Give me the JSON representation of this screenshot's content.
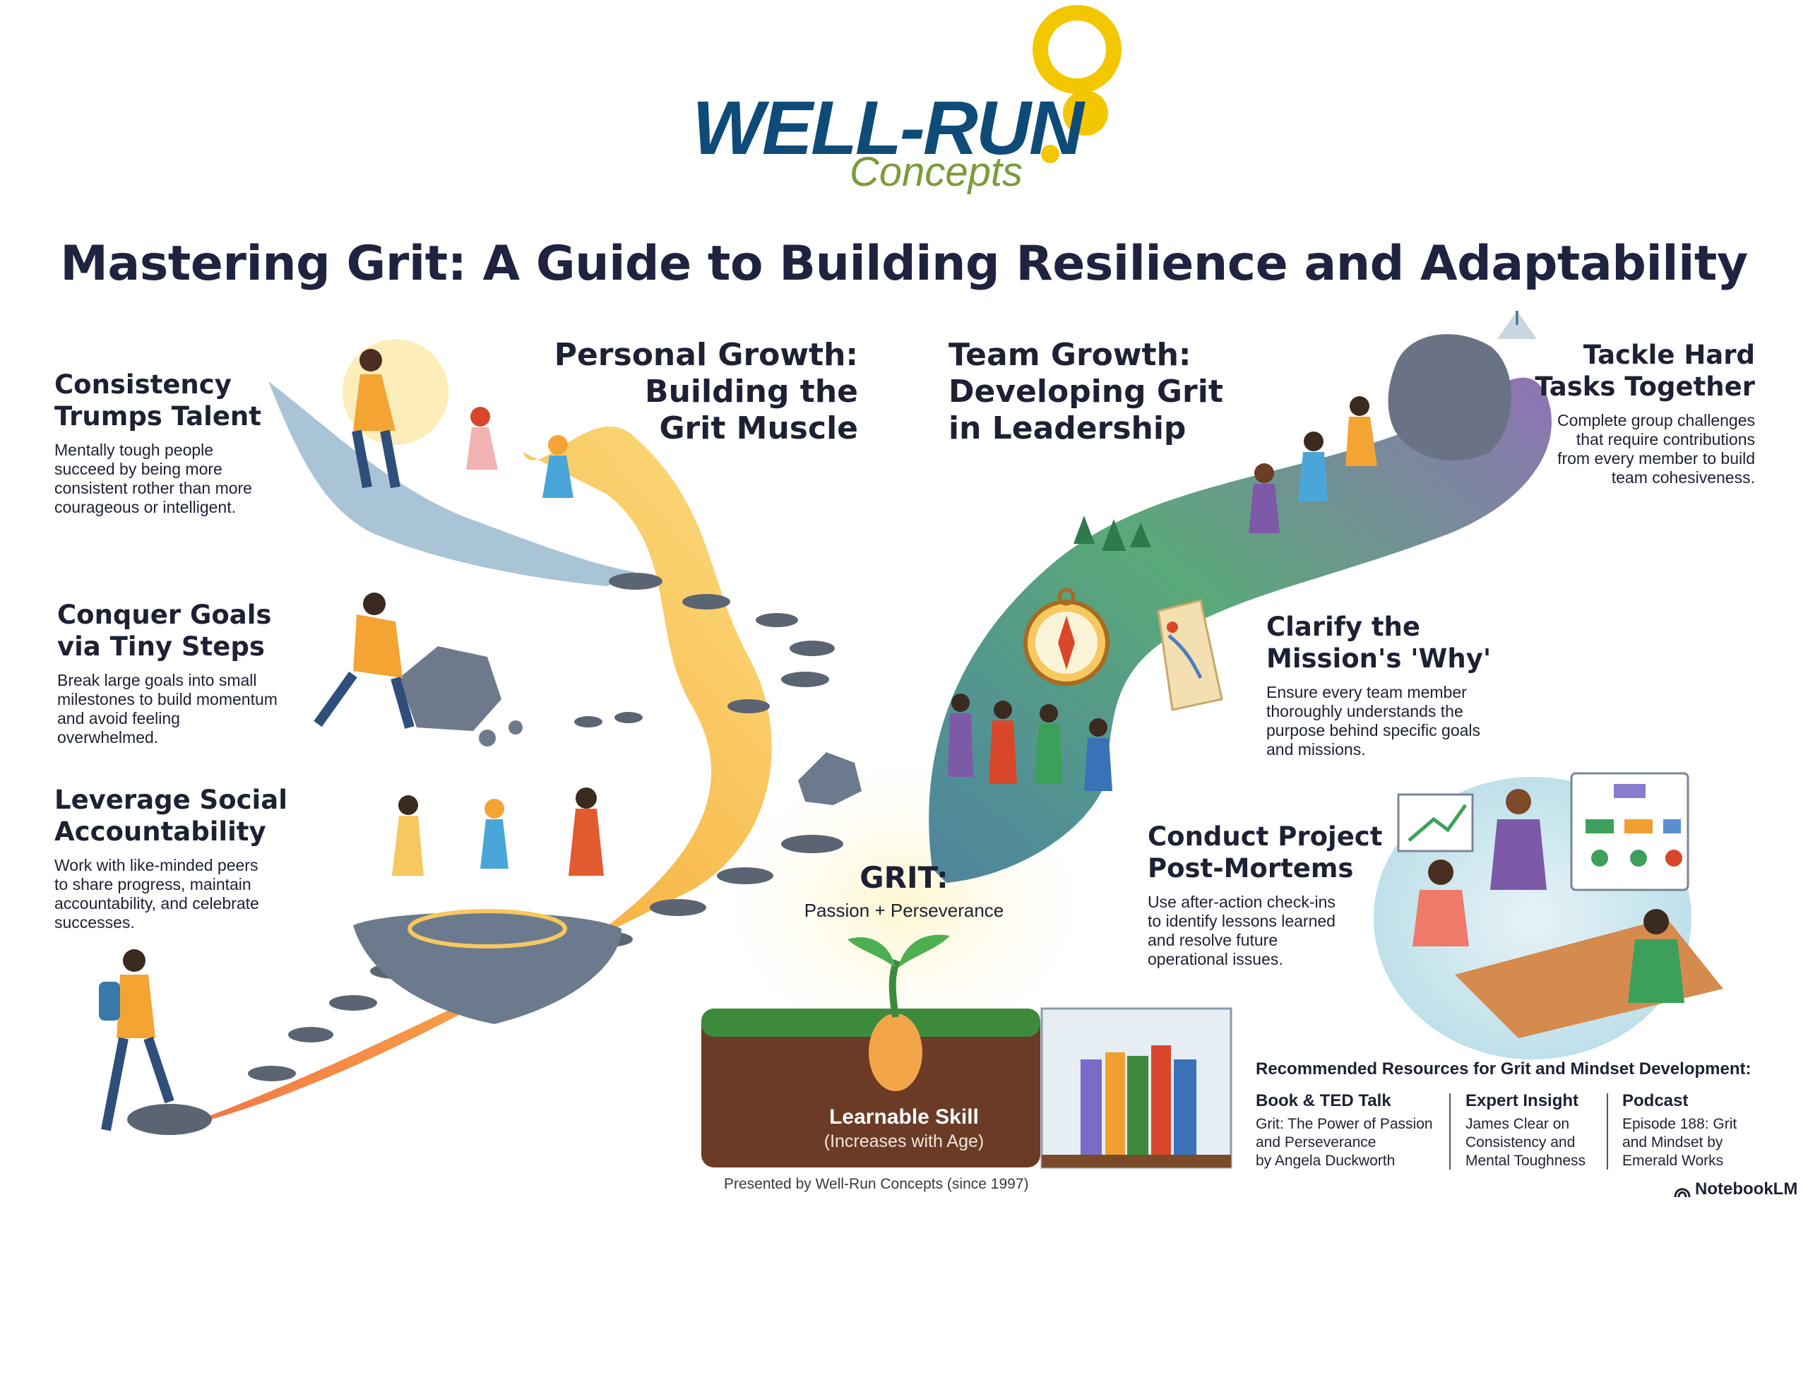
{
  "logo": {
    "main": "WELL-RUN",
    "sub": "Concepts"
  },
  "title": "Mastering Grit: A Guide to Building Resilience and Adaptability",
  "personal": {
    "heading_lines": [
      "Personal Growth:",
      "Building the",
      "Grit Muscle"
    ]
  },
  "team": {
    "heading_lines": [
      "Team Growth:",
      "Developing Grit",
      "in Leadership"
    ]
  },
  "left_items": [
    {
      "title_lines": [
        "Consistency",
        "Trumps Talent"
      ],
      "body_lines": [
        "Mentally tough people",
        "succeed by being more",
        "consistent rother than more",
        "courageous or intelligent."
      ]
    },
    {
      "title_lines": [
        "Conquer Goals",
        "via Tiny Steps"
      ],
      "body_lines": [
        "Break large goals into small",
        "milestones to build momentum",
        "and avoid feeling",
        "overwhelmed."
      ]
    },
    {
      "title_lines": [
        "Leverage Social",
        "Accountability"
      ],
      "body_lines": [
        "Work with like-minded peers",
        "to share progress, maintain",
        "accountability, and celebrate",
        "successes."
      ]
    }
  ],
  "right_items": [
    {
      "title_lines": [
        "Tackle Hard",
        "Tasks Together"
      ],
      "body_lines": [
        "Complete group challenges",
        "that require contributions",
        "from every member to build",
        "team cohesiveness."
      ]
    },
    {
      "title_lines": [
        "Clarify the",
        "Mission's 'Why'"
      ],
      "body_lines": [
        "Ensure every team member",
        "thoroughly understands the",
        "purpose behind specific goals",
        "and missions."
      ]
    },
    {
      "title_lines": [
        "Conduct Project",
        "Post-Mortems"
      ],
      "body_lines": [
        "Use after-action check-ins",
        "to identify lessons learned",
        "and resolve future",
        "operational issues."
      ]
    }
  ],
  "grit": {
    "title": "GRIT:",
    "subtitle": "Passion + Perseverance",
    "skill_title": "Learnable Skill",
    "skill_sub": "(Increases with Age)"
  },
  "presented": "Presented by Well-Run Concepts (since 1997)",
  "resources": {
    "title": "Recommended Resources for Grit and Mindset Development:",
    "columns": [
      {
        "head": "Book & TED Talk",
        "lines": [
          "Grit: The Power of Passion",
          "and Perseverance",
          "by Angela Duckworth"
        ]
      },
      {
        "head": "Expert Insight",
        "lines": [
          "James Clear on",
          "Consistency and",
          "Mental Toughness"
        ]
      },
      {
        "head": "Podcast",
        "lines": [
          "Episode 188: Grit",
          "and Mindset by",
          "Emerald Works"
        ]
      }
    ]
  },
  "notebook_label": "NotebookLM",
  "colors": {
    "brand_blue": "#0f4b78",
    "brand_green": "#7d9a3a",
    "brand_yellow": "#f2c700",
    "path_orange": "#f4a020",
    "team_green": "#3f8f5b",
    "team_purple": "#6b4d9e"
  }
}
